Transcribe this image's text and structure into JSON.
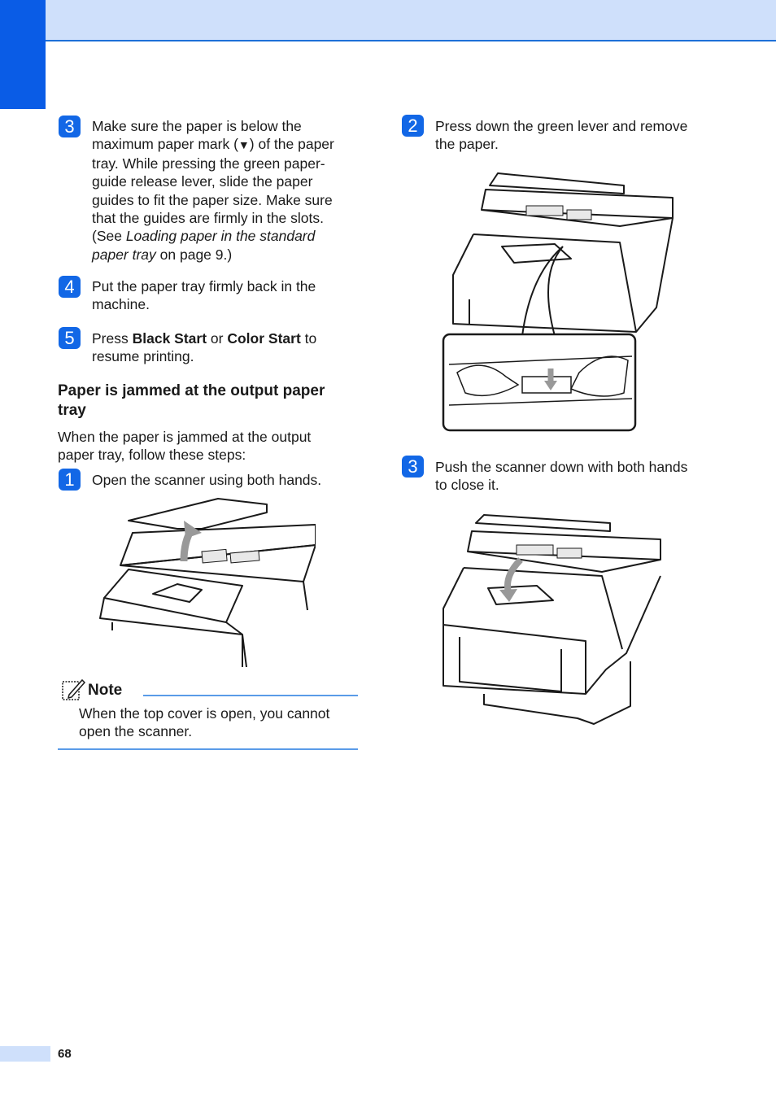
{
  "left_col": {
    "step3": {
      "num": "3",
      "line1": "Make sure the paper is below the",
      "line2a": "maximum paper mark (",
      "line2b": "▼",
      "line2c": ") of the paper",
      "line3": "tray. While pressing the green paper-",
      "line4": "guide release lever, slide the paper",
      "line5": "guides to fit the paper size. Make sure",
      "line6": "that the guides are firmly in the slots.",
      "line7a": "(See ",
      "line7b": "Loading paper in the standard",
      "line8a": "paper tray",
      "line8b": " on page 9.)"
    },
    "step4": {
      "num": "4",
      "line1": "Put the paper tray firmly back in the",
      "line2": "machine."
    },
    "step5": {
      "num": "5",
      "pre": "Press ",
      "bold1": "Black Start",
      "mid": " or ",
      "bold2": "Color Start",
      "post": " to",
      "line2": "resume printing."
    },
    "section_heading": {
      "line1": "Paper is jammed at the output paper",
      "line2": "tray"
    },
    "intro": {
      "line1": "When the paper is jammed at the output",
      "line2": "paper tray, follow these steps:"
    },
    "step1": {
      "num": "1",
      "text": "Open the scanner using both hands."
    },
    "note": {
      "label": "Note",
      "line1": "When the top cover is open, you cannot",
      "line2": "open the scanner."
    }
  },
  "right_col": {
    "step2": {
      "num": "2",
      "line1": "Press down the green lever and remove",
      "line2": "the paper."
    },
    "step3": {
      "num": "3",
      "line1": "Push the scanner down with both hands",
      "line2": "to close it."
    }
  },
  "footer": {
    "page_number": "68"
  },
  "colors": {
    "accent": "#0a5ce6",
    "band": "#cfe0fb",
    "rule": "#5a9be8"
  },
  "icons": [
    "note-pencil-icon",
    "up-arrow-icon",
    "down-arrow-icon"
  ]
}
